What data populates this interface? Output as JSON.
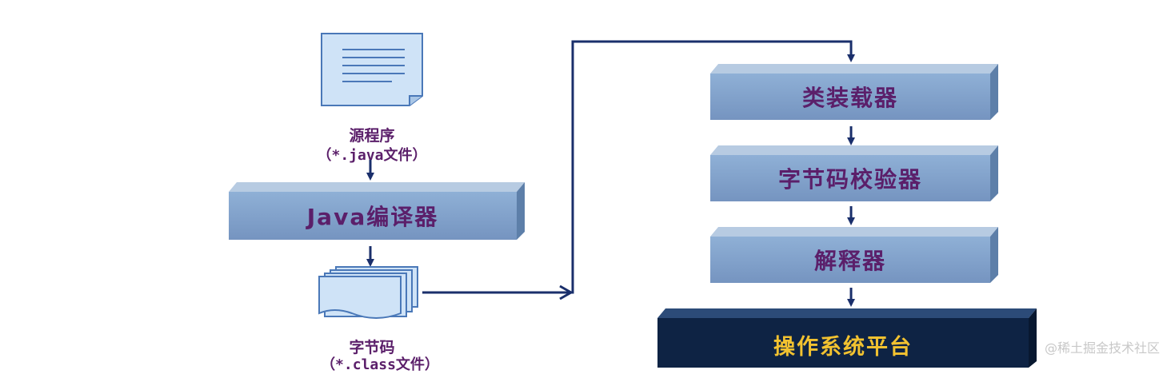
{
  "diagram": {
    "source": {
      "title": "源程序",
      "subtitle": "（*.java文件）"
    },
    "compiler": {
      "label": "Java编译器"
    },
    "bytecode": {
      "title": "字节码",
      "subtitle": "（*.class文件）"
    },
    "classloader": {
      "label": "类装载器"
    },
    "verifier": {
      "label": "字节码校验器"
    },
    "interpreter": {
      "label": "解释器"
    },
    "os": {
      "label": "操作系统平台"
    }
  },
  "watermark": "@稀土掘金技术社区",
  "colors": {
    "box_face": "#7f9fc8",
    "box_top": "#b7cbe2",
    "box_side": "#5d7fa9",
    "text": "#5b1f6a",
    "arrow": "#1a2f6b",
    "os_face": "#0e2344",
    "os_text": "#f2c230",
    "doc_fill": "#cfe3f7",
    "doc_line": "#4a78b8"
  }
}
